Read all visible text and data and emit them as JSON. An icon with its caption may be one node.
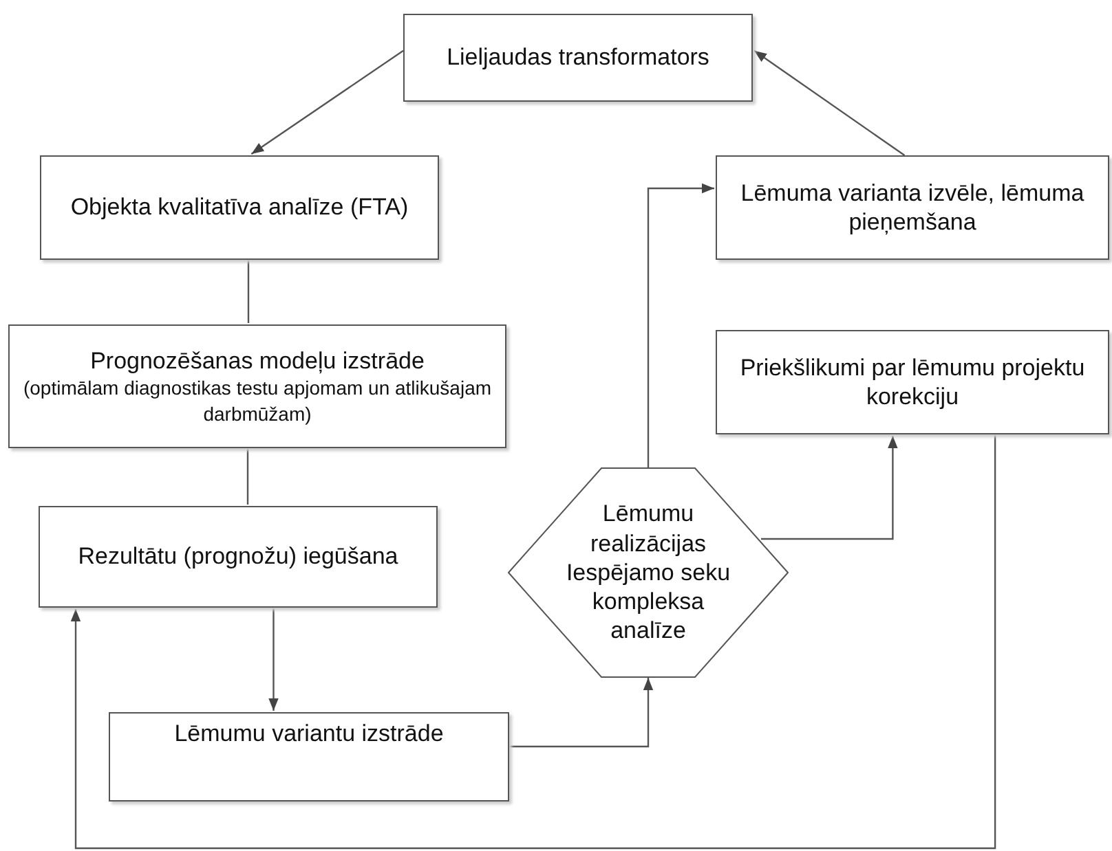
{
  "diagram": {
    "nodes": [
      {
        "text": [
          "Lieljaudas transformators"
        ]
      },
      {
        "text": [
          "Objekta kvalitatīva analīze (FTA)"
        ]
      },
      {
        "text": [
          "Lēmuma varianta izvēle, lēmuma pieņemšana"
        ]
      },
      {
        "text": [
          "Prognozēšanas modeļu izstrāde",
          "(optimālam diagnostikas testu apjomam un atlikušajam darbmūžam)"
        ]
      },
      {
        "text": [
          "Priekšlikumi par lēmumu projektu korekciju"
        ]
      },
      {
        "text": [
          "Rezultātu (prognožu) iegūšana"
        ]
      },
      {
        "text": [
          "Lēmumu realizācijas Iespējamo seku kompleksa analīze"
        ]
      },
      {
        "text": [
          "Lēmumu variantu izstrāde"
        ]
      }
    ],
    "edges": [
      {
        "from": 0,
        "to": 1,
        "arrow": "to"
      },
      {
        "from": 1,
        "to": 3,
        "arrow": "none"
      },
      {
        "from": 3,
        "to": 5,
        "arrow": "none"
      },
      {
        "from": 5,
        "to": 7,
        "arrow": "to"
      },
      {
        "from": 7,
        "to": 6,
        "arrow": "to"
      },
      {
        "from": 6,
        "to": 2,
        "arrow": "to"
      },
      {
        "from": 6,
        "to": 4,
        "arrow": "to"
      },
      {
        "from": 2,
        "to": 0,
        "arrow": "to"
      },
      {
        "from": 4,
        "to": 5,
        "arrow": "to"
      }
    ]
  }
}
